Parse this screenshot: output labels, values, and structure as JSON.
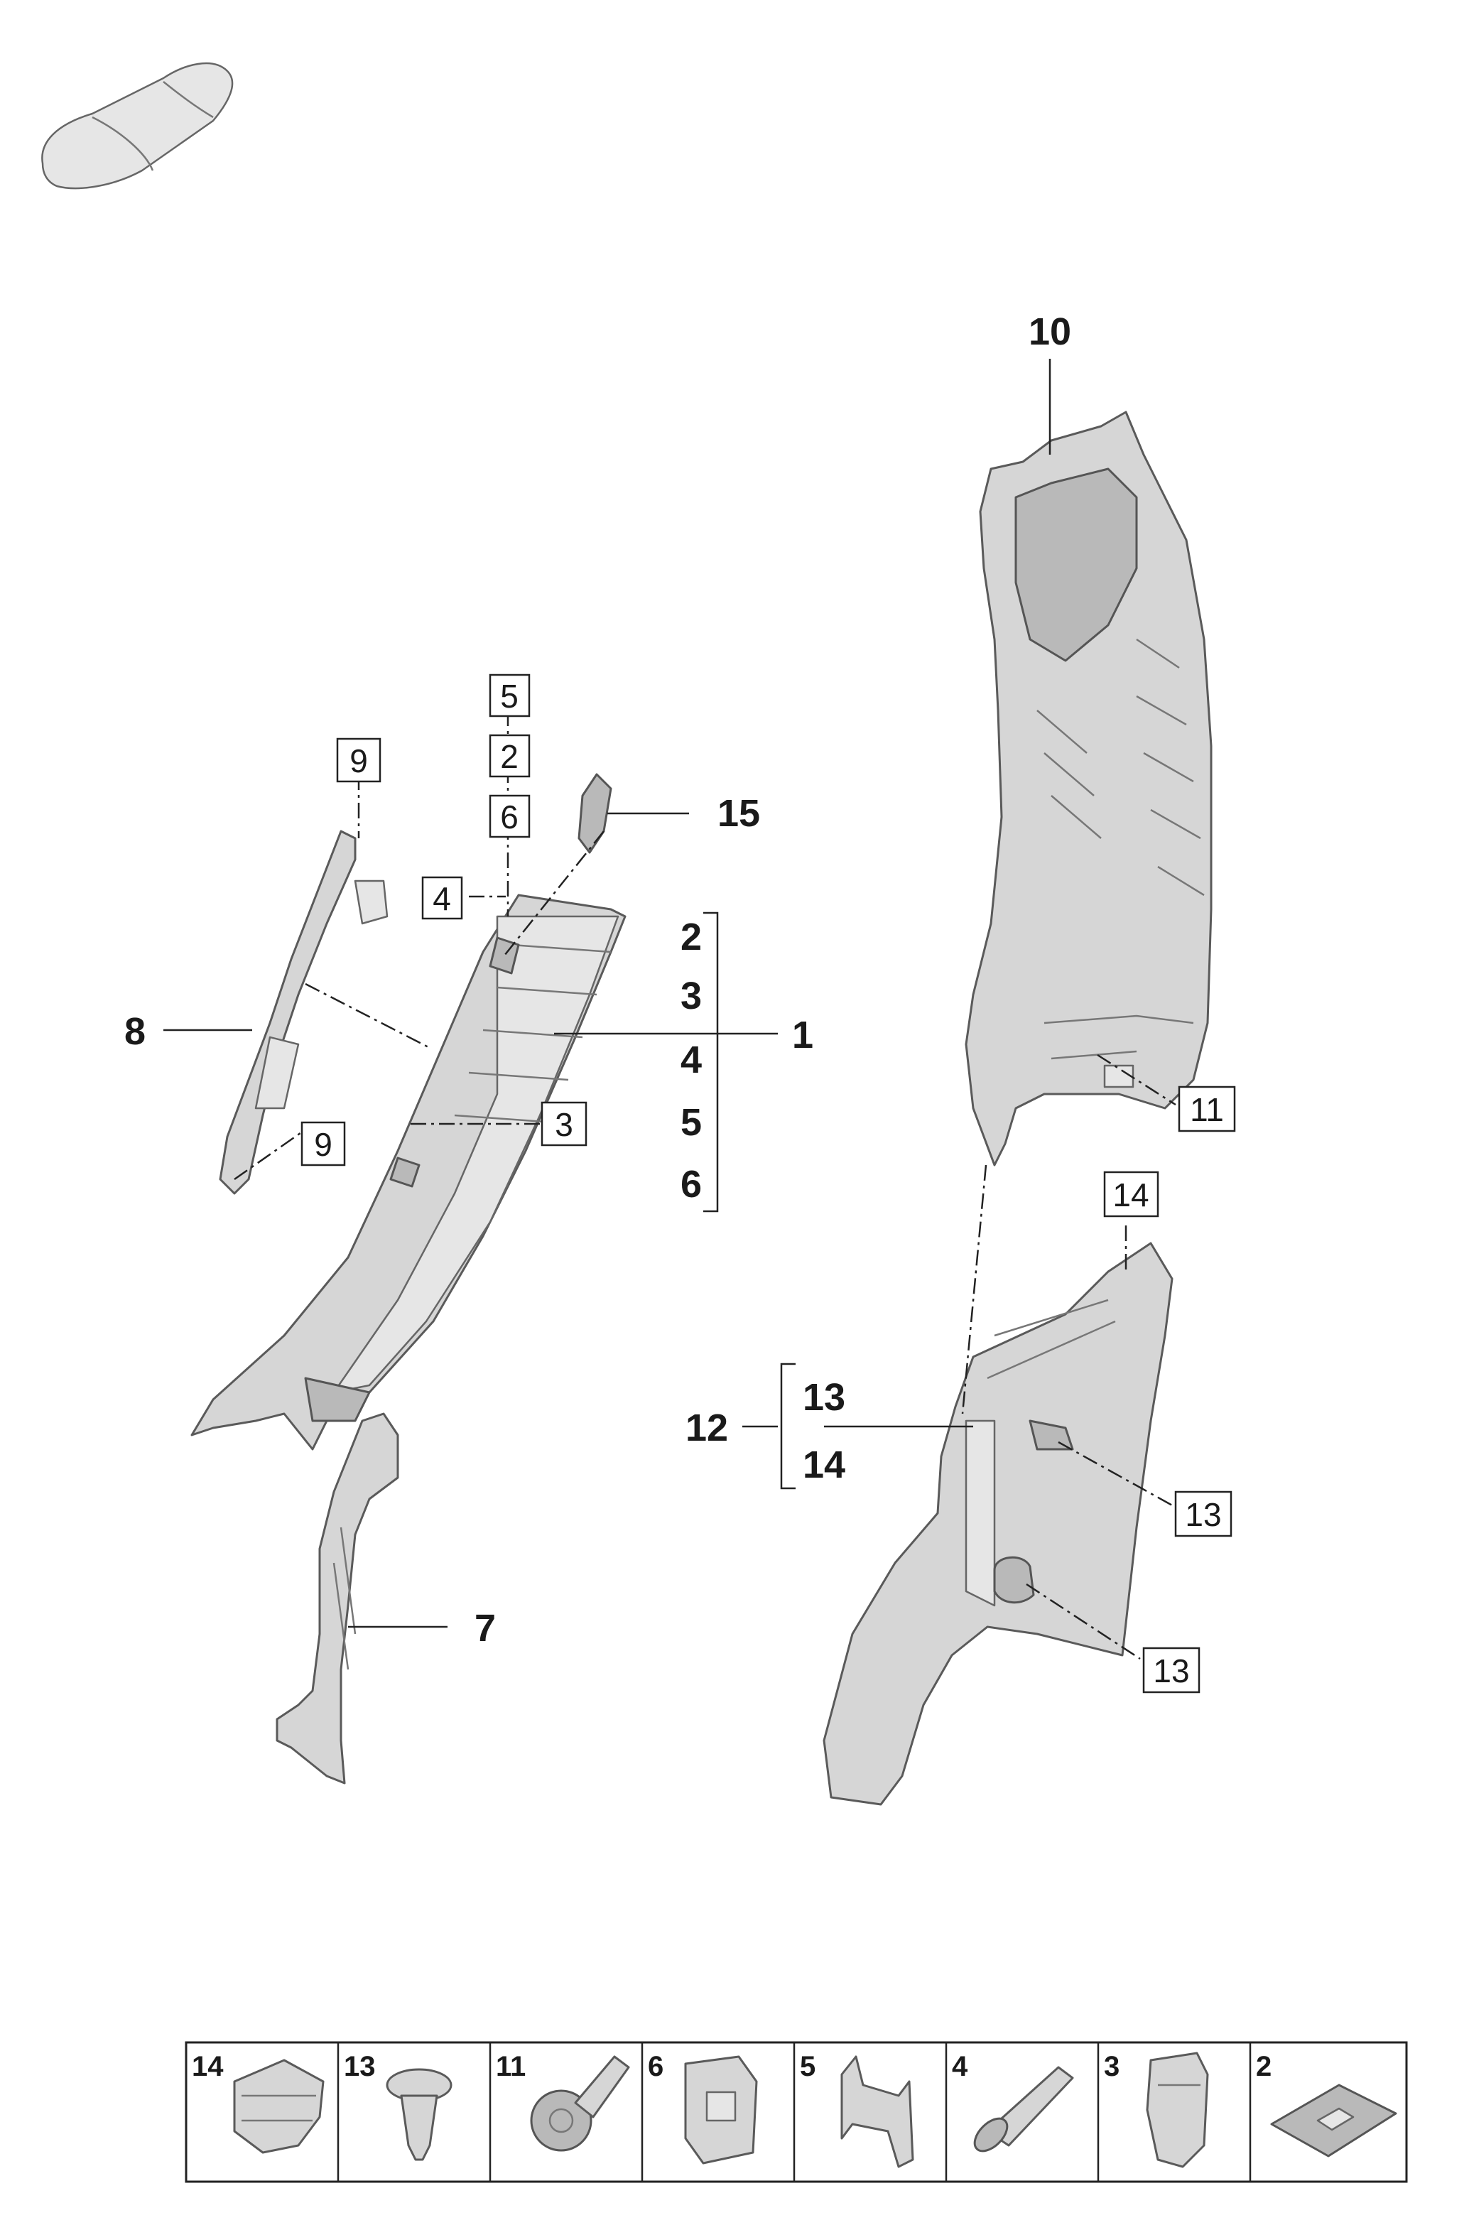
{
  "callouts": {
    "c1": "1",
    "c2": "2",
    "c3": "3",
    "c4": "4",
    "c5": "5",
    "c6": "6",
    "c7": "7",
    "c8": "8",
    "c10": "10",
    "c12": "12",
    "c13": "13",
    "c14": "14",
    "c15": "15"
  },
  "part_groups": {
    "group_1": [
      "2",
      "3",
      "4",
      "5",
      "6"
    ],
    "group_12": [
      "13",
      "14"
    ]
  },
  "boxed_refs": {
    "b5": "5",
    "b2": "2",
    "b6": "6",
    "b4": "4",
    "b9a": "9",
    "b9b": "9",
    "b3": "3",
    "b11": "11",
    "b14": "14",
    "b13a": "13",
    "b13b": "13"
  },
  "legend": [
    "14",
    "13",
    "11",
    "6",
    "5",
    "4",
    "3",
    "2"
  ],
  "icons": [
    "car-silhouette-icon"
  ],
  "colors": {
    "part_fill": "#d6d6d6",
    "line": "#222222"
  }
}
